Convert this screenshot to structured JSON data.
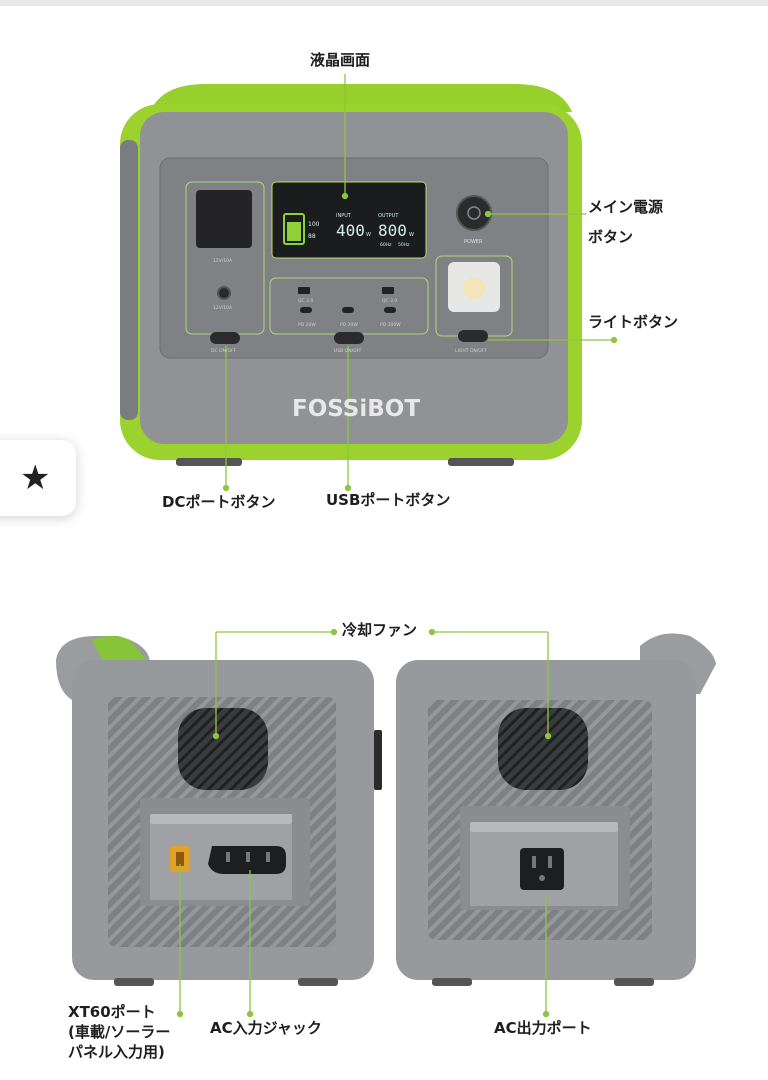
{
  "labels": {
    "lcd": "液晶画面",
    "main_power": "メイン電源\nボタン",
    "light_button": "ライトボタン",
    "dc_button": "DCポートボタン",
    "usb_button": "USBポートボタン",
    "cooling_fan": "冷却ファン",
    "xt60": "XT60ポート\n(車載/ソーラー\nパネル入力用)",
    "ac_input": "AC入力ジャック",
    "ac_output": "AC出力ポート"
  },
  "device": {
    "brand": "FOSSiBOT",
    "power_text": "POWER",
    "dc_rating_top": "12V/10A",
    "dc_rating_bottom": "12V/10A",
    "dc_switch": "DC ON/OFF",
    "usb_switch": "USB ON/OFF",
    "light_switch": "LIGHT ON/OFF",
    "usb_qc_left": "QC 3.0",
    "usb_qc_right": "QC 3.0",
    "usbc_left": "PD 20W",
    "usbc_mid": "PD 20W",
    "usbc_right": "PD 100W",
    "lcd": {
      "input_label": "INPUT",
      "output_label": "OUTPUT",
      "input_value": "400",
      "output_value": "800",
      "unit": "W",
      "battery_pct": "100",
      "battery_small": "88",
      "freq_a": "60Hz",
      "freq_b": "50Hz"
    }
  },
  "colors": {
    "accent_green": "#9bd22d",
    "leader_line": "#8dc63f",
    "body_gray": "#8e9092",
    "panel_gray": "#7d7f82",
    "lcd_cyan": "#cfeee8"
  },
  "icons": {
    "favorite": "star-icon"
  }
}
